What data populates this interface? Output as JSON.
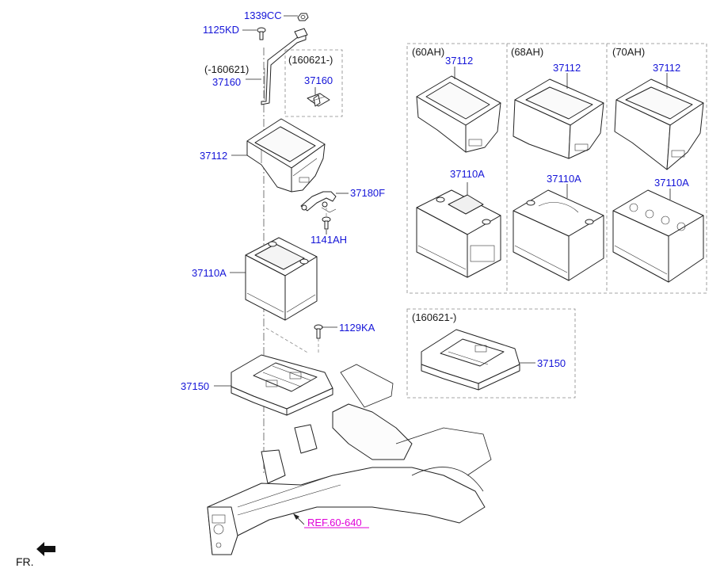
{
  "callouts": {
    "p1339cc": "1339CC",
    "p1125kd": "1125KD",
    "note_early": "(-160621)",
    "p37160_left": "37160",
    "note_late_bracket": "(160621-)",
    "p37160_box": "37160",
    "p37112_main": "37112",
    "p37180f": "37180F",
    "p1141ah": "1141AH",
    "p37110a_main": "37110A",
    "p1129ka": "1129KA",
    "p37150_main": "37150",
    "ref": "REF.60-640",
    "fr": "FR."
  },
  "variants": {
    "v60": {
      "capacity": "(60AH)",
      "tray": "37112",
      "battery": "37110A"
    },
    "v68": {
      "capacity": "(68AH)",
      "tray": "37112",
      "battery": "37110A"
    },
    "v70": {
      "capacity": "(70AH)",
      "tray": "37112",
      "battery": "37110A"
    }
  },
  "late_tray": {
    "note": "(160621-)",
    "part": "37150"
  },
  "colors": {
    "part_number": "#1515d8",
    "reference": "#e000d8",
    "linework": "#222222"
  }
}
